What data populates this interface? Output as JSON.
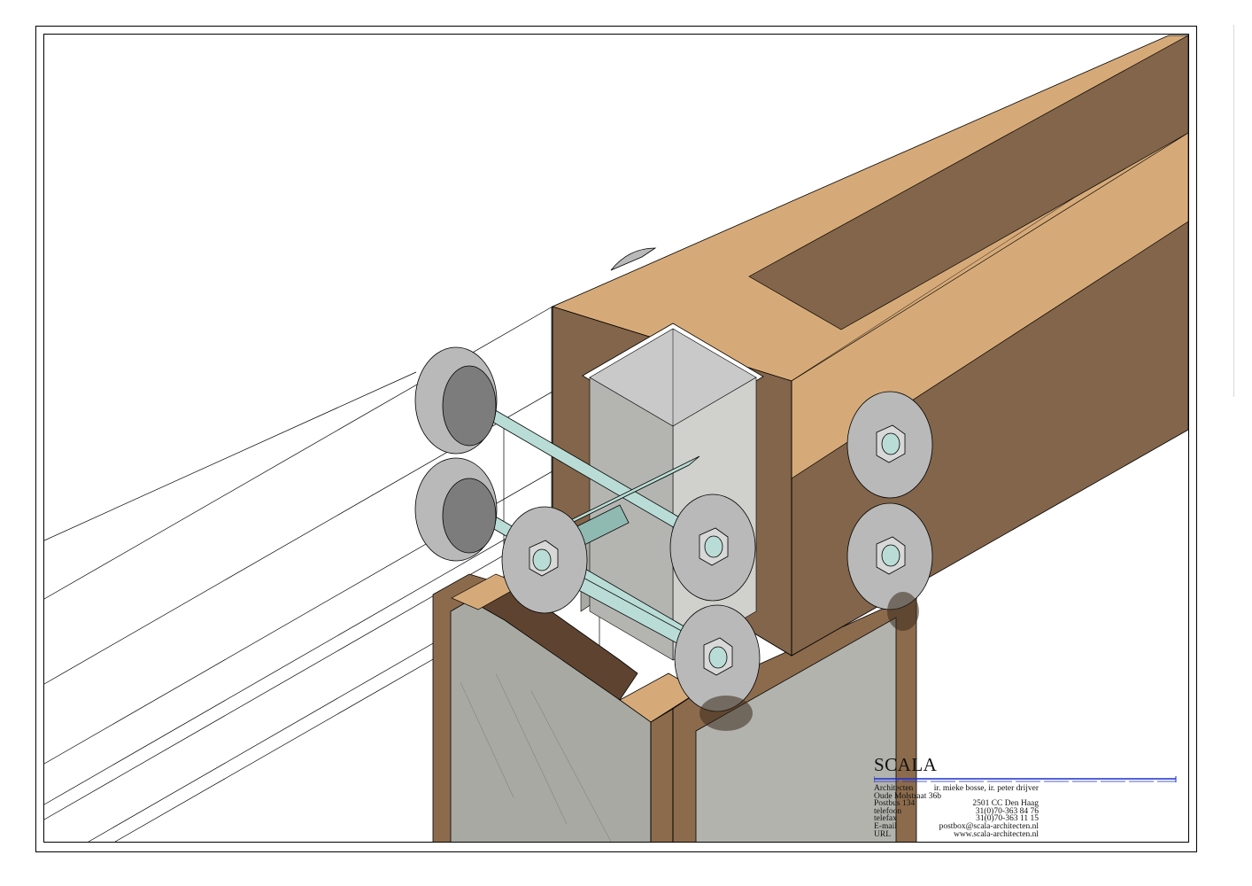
{
  "colors": {
    "wood_top": "#d6aa78",
    "wood_side": "#82654a",
    "wood_dark": "#5e4430",
    "steel_light": "#c9c9c9",
    "steel_mid": "#a7a7a3",
    "steel_dark": "#7c7c7c",
    "rod": "#b9ddd6",
    "rod_dark": "#8fbab2",
    "line": "#000000",
    "accent_blue": "#1a2fd0"
  },
  "title_block": {
    "brand": "SCALA",
    "rows": [
      {
        "left": "Architecten",
        "right": "ir. mieke bosse, ir. peter drijver"
      },
      {
        "left": "Oude Molstraat 36b",
        "right": ""
      },
      {
        "left": "Postbus 134",
        "right": "2501 CC Den Haag"
      },
      {
        "left": "telefoon",
        "right": "31(0)70-363 84 76"
      },
      {
        "left": "telefax",
        "right": "31(0)70-363 11 15"
      },
      {
        "left": "E-mail",
        "right": "postbox@scala-architecten.nl"
      },
      {
        "left": "URL",
        "right": "www.scala-architecten.nl"
      }
    ]
  }
}
